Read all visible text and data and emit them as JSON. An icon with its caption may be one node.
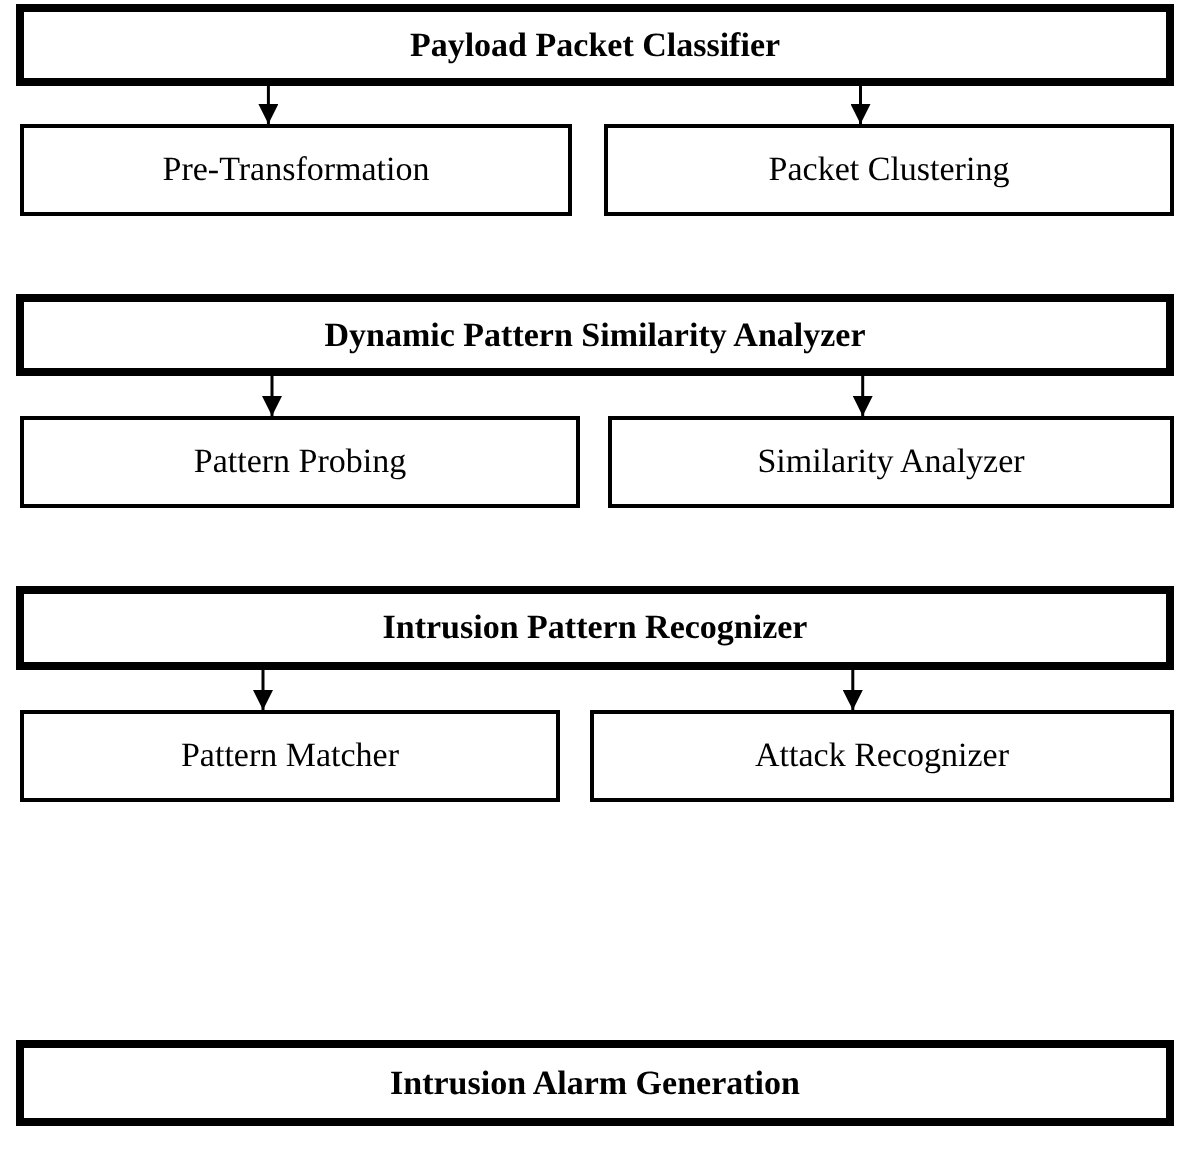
{
  "diagram": {
    "nodes": [
      {
        "text": [
          "Payload Packet Classifier"
        ]
      },
      {
        "text": [
          "Pre-Transformation"
        ]
      },
      {
        "text": [
          "Packet Clustering"
        ]
      },
      {
        "text": [
          "Dynamic Pattern Similarity Analyzer"
        ]
      },
      {
        "text": [
          "Pattern Probing"
        ]
      },
      {
        "text": [
          "Similarity Analyzer"
        ]
      },
      {
        "text": [
          "Intrusion Pattern Recognizer"
        ]
      },
      {
        "text": [
          "Pattern Matcher"
        ]
      },
      {
        "text": [
          "Attack Recognizer"
        ]
      },
      {
        "text": [
          "Intrusion Alarm Generation"
        ]
      }
    ],
    "edges": [
      {
        "from": 0,
        "to": 1,
        "arrow": "to"
      },
      {
        "from": 0,
        "to": 2,
        "arrow": "to"
      },
      {
        "from": 3,
        "to": 4,
        "arrow": "to"
      },
      {
        "from": 3,
        "to": 5,
        "arrow": "to"
      },
      {
        "from": 6,
        "to": 7,
        "arrow": "to"
      },
      {
        "from": 6,
        "to": 8,
        "arrow": "to"
      }
    ]
  }
}
